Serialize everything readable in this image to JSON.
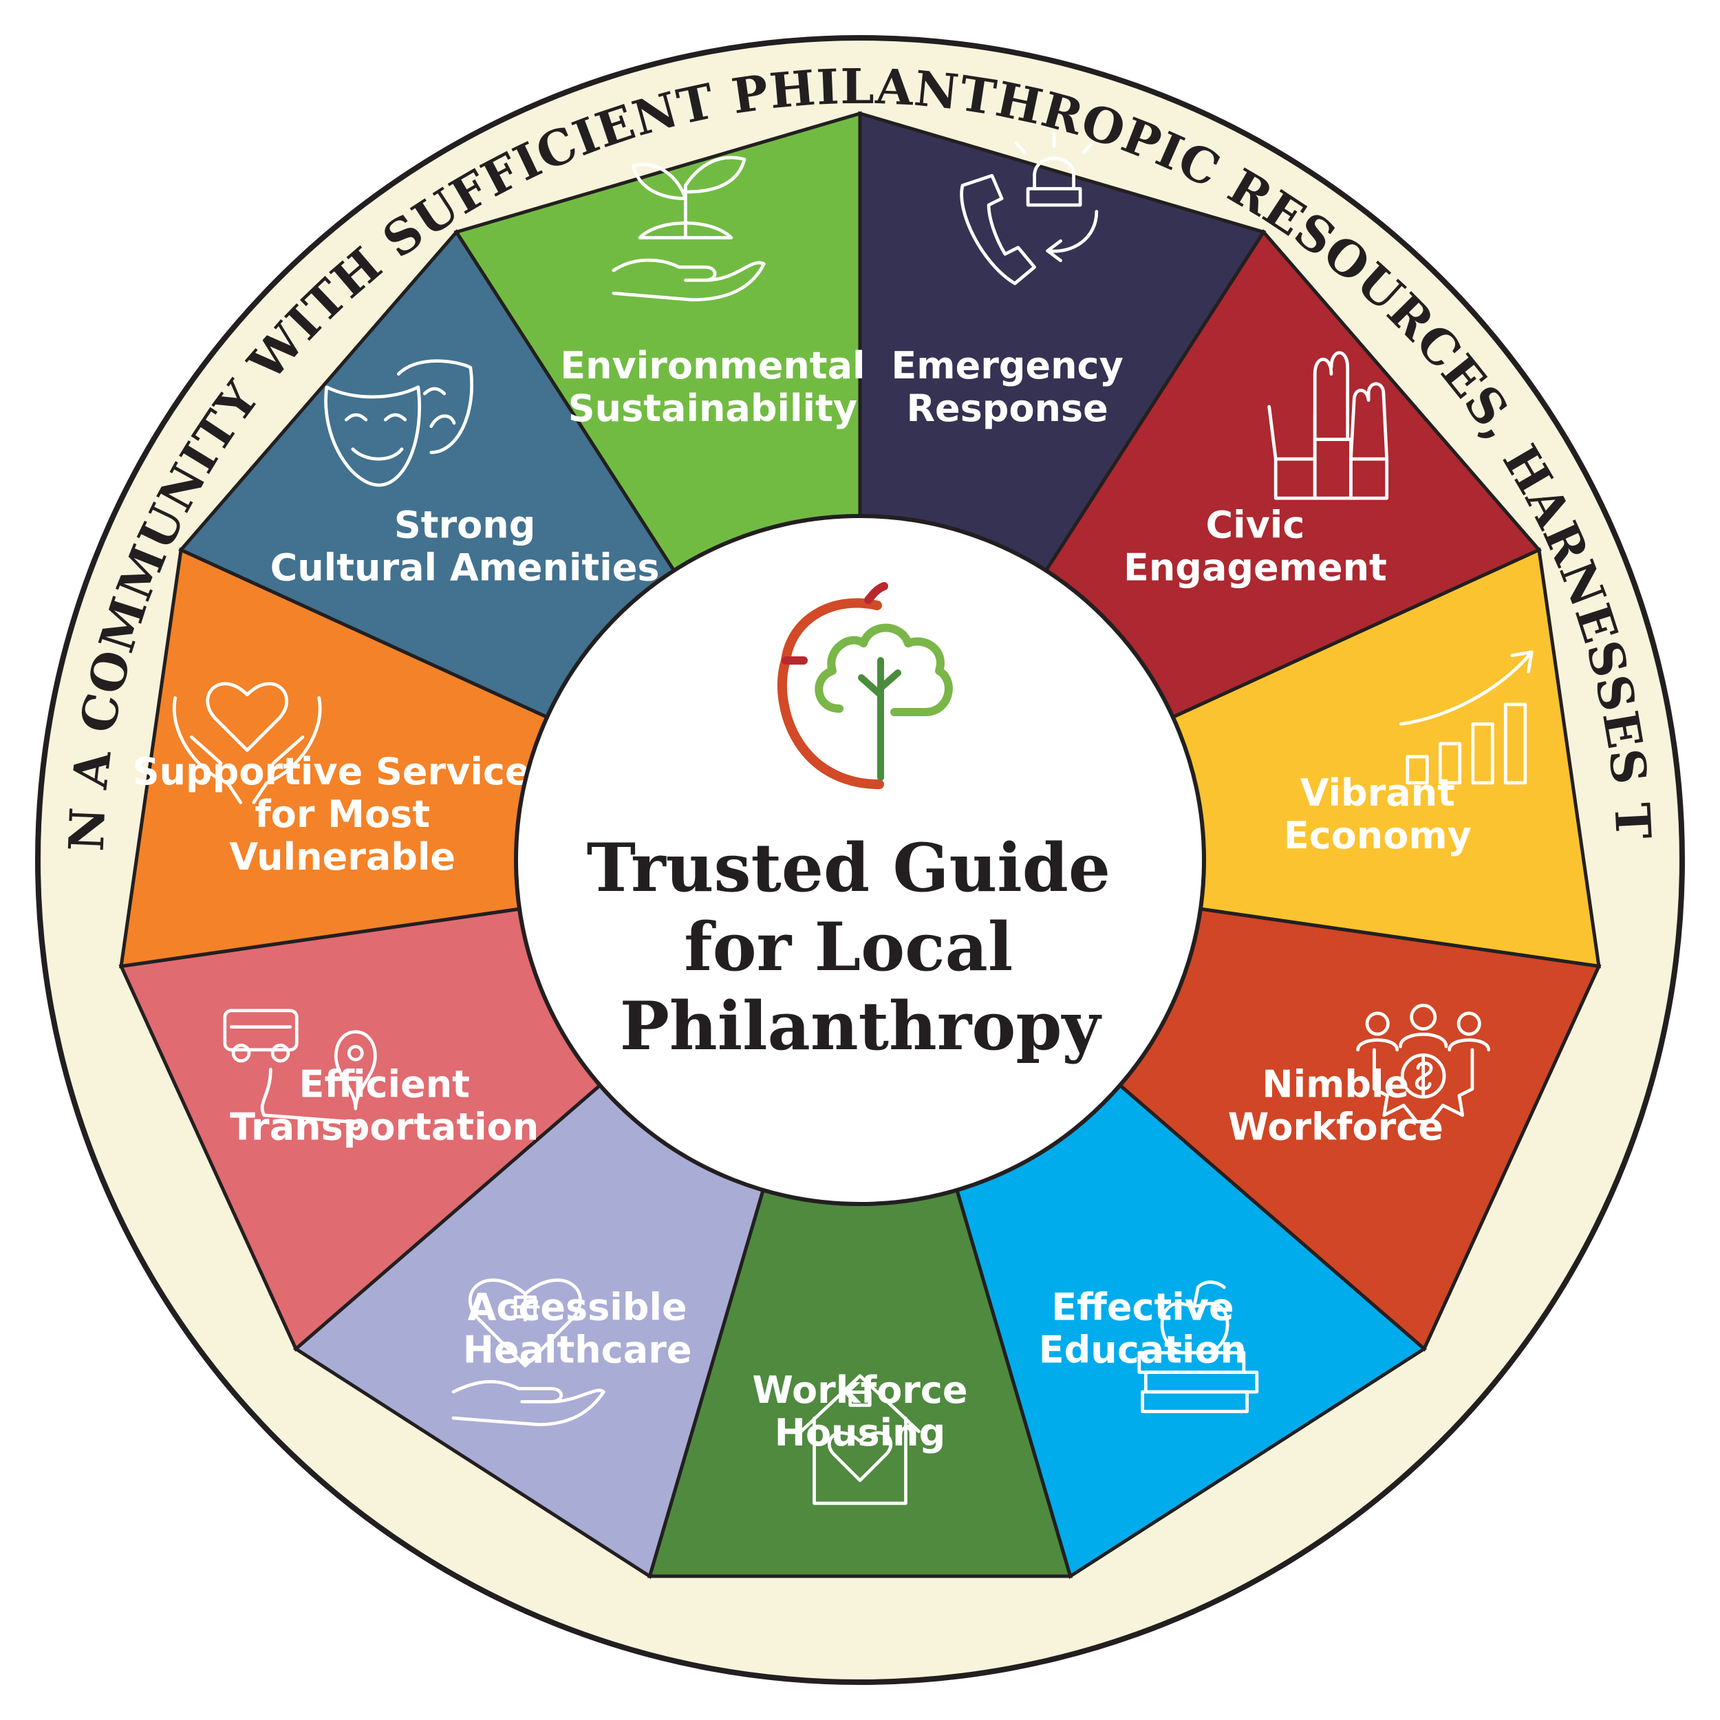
{
  "ring_text": "WE ENVISION A COMMUNITY WITH SUFFICIENT PHILANTHROPIC RESOURCES, HARNESSES TO ENHANCE:",
  "center": {
    "title_lines": [
      "Trusted Guide",
      "for Local",
      "Philanthropy"
    ],
    "logo": "acorn-tree-logo"
  },
  "colors": {
    "ring_fill": "#f8f4dc",
    "outline": "#231f20",
    "center_fill": "#ffffff",
    "logo_red": "#b8282f",
    "logo_orange": "#d24a27",
    "logo_green": "#7ab648",
    "logo_dark_green": "#4a8c3d"
  },
  "segments": [
    {
      "id": "emergency-response",
      "lines": [
        "Emergency",
        "Response"
      ],
      "color": "#363253",
      "icon": "phone-alarm-icon"
    },
    {
      "id": "civic-engagement",
      "lines": [
        "Civic",
        "Engagement"
      ],
      "color": "#ad2830",
      "icon": "raised-hands-icon"
    },
    {
      "id": "vibrant-economy",
      "lines": [
        "Vibrant",
        "Economy"
      ],
      "color": "#fcc330",
      "icon": "growth-chart-icon"
    },
    {
      "id": "nimble-workforce",
      "lines": [
        "Nimble",
        "Workforce"
      ],
      "color": "#d04626",
      "icon": "team-gear-icon"
    },
    {
      "id": "effective-education",
      "lines": [
        "Effective",
        "Education"
      ],
      "color": "#00acec",
      "icon": "books-apple-icon"
    },
    {
      "id": "workforce-housing",
      "lines": [
        "Workforce",
        "Housing"
      ],
      "color": "#4f8a3f",
      "icon": "house-heart-icon"
    },
    {
      "id": "accessible-healthcare",
      "lines": [
        "Accessible",
        "Healthcare"
      ],
      "color": "#a9acd4",
      "icon": "heart-hand-icon"
    },
    {
      "id": "efficient-transportation",
      "lines": [
        "Efficient",
        "Transportation"
      ],
      "color": "#e06b70",
      "icon": "bus-route-icon"
    },
    {
      "id": "supportive-services",
      "lines": [
        "Supportive Services",
        "for Most",
        "Vulnerable"
      ],
      "color": "#f48228",
      "icon": "heart-hands-icon"
    },
    {
      "id": "strong-cultural-amenities",
      "lines": [
        "Strong",
        "Cultural Amenities"
      ],
      "color": "#42728f",
      "icon": "theater-masks-icon"
    },
    {
      "id": "environmental-sustainability",
      "lines": [
        "Environmental",
        "Sustainability"
      ],
      "color": "#72bb43",
      "icon": "sprout-hand-icon"
    }
  ]
}
